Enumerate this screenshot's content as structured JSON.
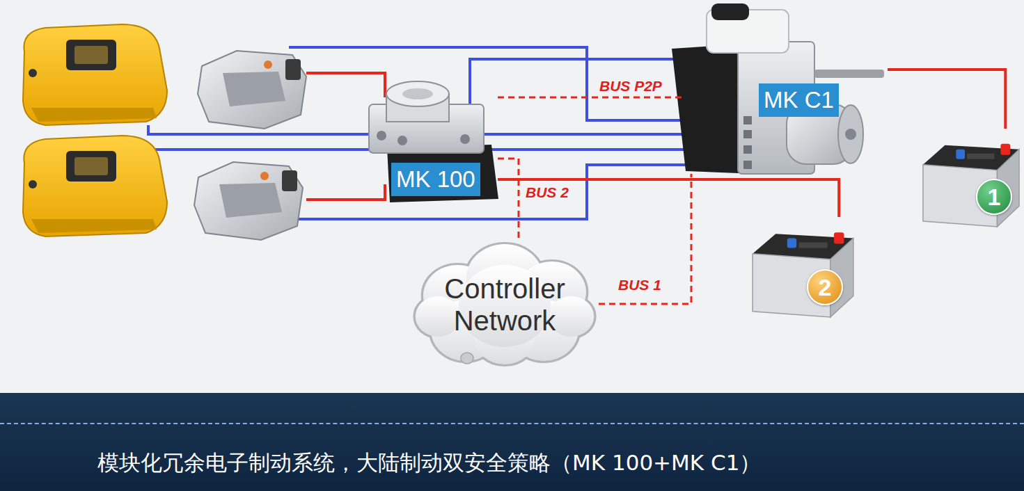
{
  "diagram": {
    "caption": "模块化冗余电子制动系统，大陆制动双安全策略（MK 100+MK C1）",
    "nodes": [
      {
        "text": [
          "MK C1"
        ]
      },
      {
        "text": [
          "MK 100"
        ]
      },
      {
        "text": [
          "1"
        ]
      },
      {
        "text": [
          "2"
        ]
      },
      {
        "text": [
          "Controller Network"
        ]
      }
    ],
    "edges": [
      {
        "from": 1,
        "to": 0,
        "label": "BUS P2P",
        "arrow": "none"
      },
      {
        "from": 1,
        "to": 4,
        "label": "BUS 2",
        "arrow": "none"
      },
      {
        "from": 4,
        "to": 0,
        "label": "BUS 1",
        "arrow": "none"
      },
      {
        "from": 2,
        "to": 0,
        "arrow": "none"
      },
      {
        "from": 3,
        "to": 1,
        "arrow": "none"
      }
    ]
  }
}
